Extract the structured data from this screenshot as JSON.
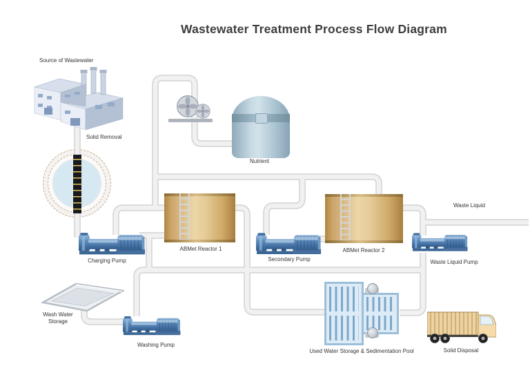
{
  "title": "Wastewater Treatment Process Flow Diagram",
  "labels": {
    "source": "Source of Wastewater",
    "solid_removal": "Solid Removal",
    "nutrient": "Nutrient",
    "reactor1": "ABMet Reactor 1",
    "reactor2": "ABMet Reactor 2",
    "charging_pump": "Charging Pump",
    "secondary_pump": "Secondary Pump",
    "waste_liquid": "Waste Liquid",
    "waste_liquid_pump": "Waste Liquid Pump",
    "wash_water_storage": "Wash Water Storage",
    "washing_pump": "Washing Pump",
    "pool": "Used Water Storage & Sedimentation Pool",
    "solid_disposal": "Solid Disposal"
  },
  "icons": [
    "factory-icon",
    "clarifier-icon",
    "aerator-fan-icon",
    "storage-tank-icon",
    "reactor-tank-icon",
    "centrifugal-pump-icon",
    "open-basin-icon",
    "sedimentation-pool-icon",
    "dump-truck-icon",
    "pipe-network"
  ],
  "colors": {
    "background": "#ffffff",
    "title_text": "#3d3d3d",
    "label_text": "#333333",
    "pipe_fill": "#f1f1f1",
    "pipe_edge": "#d2d2d2",
    "pump_blue": "#4f81b4",
    "reactor_tan": "#d9b579",
    "tank_steel_blue": "#b5cedc",
    "pool_blue": "#7ca8ca",
    "clarifier_ring_tan": "#cfa87a",
    "truck_tan": "#e9cf9e"
  },
  "connections": [
    {
      "from": "Source of Wastewater",
      "to": "Solid Removal"
    },
    {
      "from": "Solid Removal",
      "to": "Charging Pump"
    },
    {
      "from": "Charging Pump",
      "to": "ABMet Reactor 1"
    },
    {
      "from": "ABMet Reactor 1",
      "to": "Secondary Pump"
    },
    {
      "from": "Secondary Pump",
      "to": "ABMet Reactor 2"
    },
    {
      "from": "Nutrient",
      "to": "ABMet Reactor 1"
    },
    {
      "from": "ABMet Reactor 2",
      "to": "Waste Liquid Pump"
    },
    {
      "from": "Waste Liquid Pump",
      "to": "Waste Liquid"
    },
    {
      "from": "ABMet Reactor 1",
      "to": "Used Water Storage & Sedimentation Pool"
    },
    {
      "from": "Waste Liquid Pump",
      "to": "Used Water Storage & Sedimentation Pool"
    },
    {
      "from": "Wash Water Storage",
      "to": "Washing Pump"
    },
    {
      "from": "Washing Pump",
      "to": "Used Water Storage & Sedimentation Pool"
    },
    {
      "from": "Used Water Storage & Sedimentation Pool",
      "to": "Solid Disposal"
    }
  ]
}
